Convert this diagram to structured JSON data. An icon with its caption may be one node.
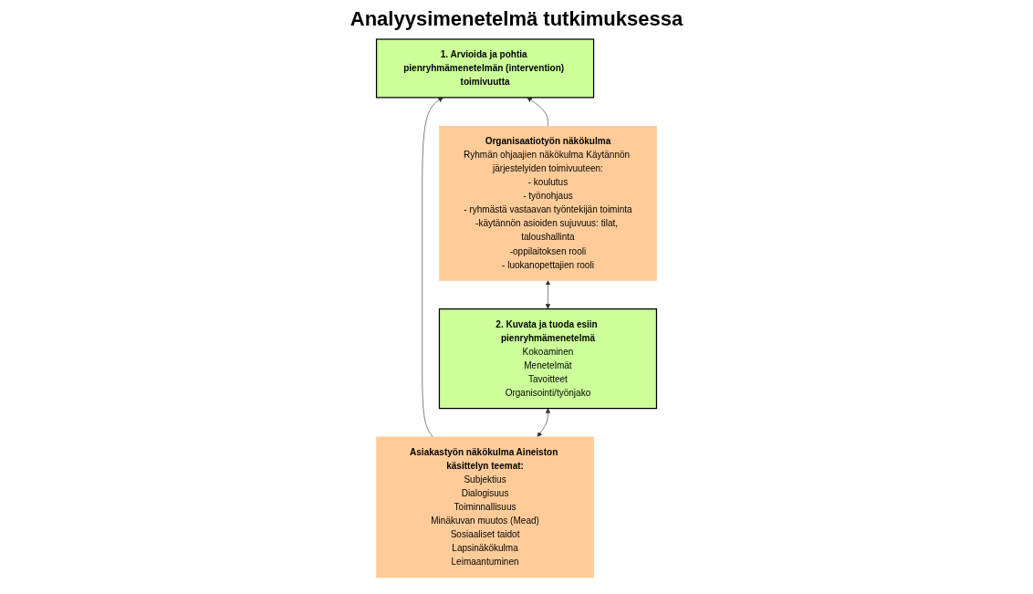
{
  "diagram": {
    "title": "Analyysimenetelmä tutkimuksessa",
    "nodes": [
      {
        "text": [
          "1. Arvioida ja pohtia pienryhmämenetelmän (intervention) toimivuutta"
        ]
      },
      {
        "text": [
          "Asiakastyön näkökulma Aineiston käsittelyn teemat:",
          "Subjektius",
          "Dialogisuus",
          "Toiminnallisuus",
          "Minäkuvan muutos (Mead)",
          "Sosiaaliset taidot",
          "Lapsinäkökulma",
          "Leimaantuminen"
        ]
      },
      {
        "text": [
          "2. Kuvata ja tuoda esiin pienryhmämenetelmä",
          "Kokoaminen",
          "Menetelmät",
          "Tavoitteet",
          "Organisointi/työnjako"
        ]
      },
      {
        "text": [
          "Organisaatiotyön näkökulma",
          "Ryhmän ohjaajien näkökulma Käytännön järjestelyiden toimivuuteen:",
          "- koulutus",
          "- työnohjaus",
          "- ryhmästä vastaavan työntekijän toiminta",
          "-käytännön asioiden sujuvuus: tilat, taloushallinta",
          "-oppilaitoksen rooli",
          "- luokanopettajien rooli"
        ]
      }
    ],
    "edges": [
      {
        "from": 1,
        "to": 0,
        "arrow": "to"
      },
      {
        "from": 3,
        "to": 0,
        "arrow": "to"
      },
      {
        "from": 1,
        "to": 2,
        "arrow": "both"
      },
      {
        "from": 2,
        "to": 3,
        "arrow": "both"
      }
    ]
  }
}
